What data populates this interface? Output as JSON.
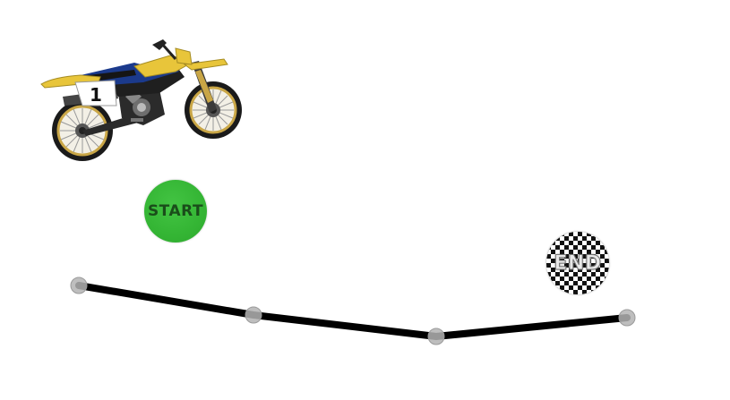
{
  "bike": {
    "number": "1",
    "colors": {
      "body_yellow": "#e8c53a",
      "tank_blue": "#1b3a8c",
      "frame_dark": "#1a1a1a",
      "plate_white": "#ffffff",
      "rim_gold": "#c9a646"
    }
  },
  "start": {
    "label": "START",
    "color": "#36b536"
  },
  "end": {
    "label": "END"
  },
  "track": {
    "line_color": "#000000",
    "node_color": "#b0b0b0",
    "node_count": 4
  }
}
